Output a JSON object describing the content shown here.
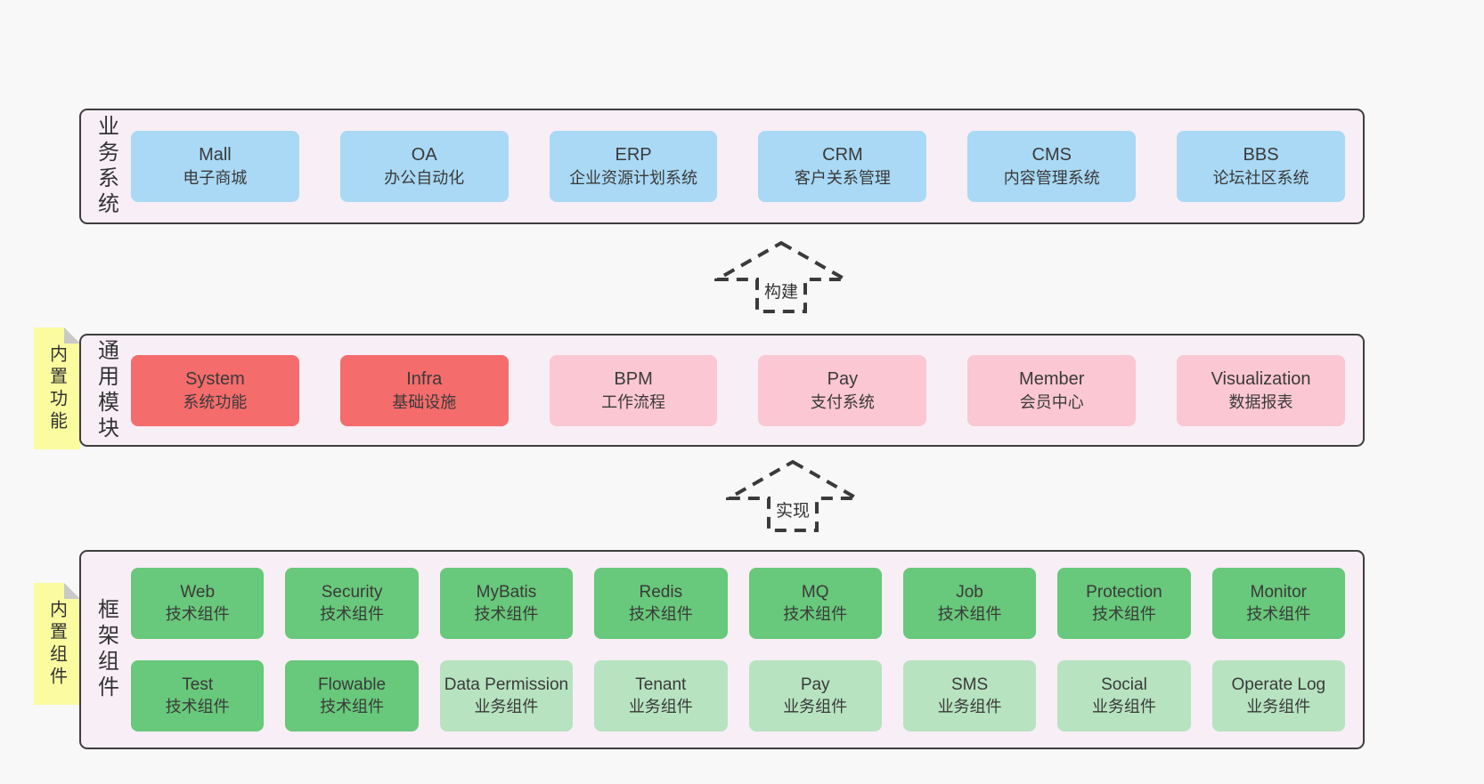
{
  "colors": {
    "page_bg": "#f8f8f8",
    "band_bg": "#f8eef6",
    "band_border": "#3e3e3e",
    "business_box_blue": "#a9d9f5",
    "core_module_box_red": "#f56c6c",
    "module_box_pink": "#fbc7d2",
    "tech_component_box_green": "#68c87b",
    "biz_component_box_light_green": "#b7e3c0",
    "sticky_note_yellow": "#fbfb9f",
    "sticky_fold_gray": "#c9c9c9",
    "text": "#3a3a3a"
  },
  "band_business": {
    "label": "业务系统",
    "boxes": [
      {
        "title": "Mall",
        "subtitle": "电子商城"
      },
      {
        "title": "OA",
        "subtitle": "办公自动化"
      },
      {
        "title": "ERP",
        "subtitle": "企业资源计划系统"
      },
      {
        "title": "CRM",
        "subtitle": "客户关系管理"
      },
      {
        "title": "CMS",
        "subtitle": "内容管理系统"
      },
      {
        "title": "BBS",
        "subtitle": "论坛社区系统"
      }
    ]
  },
  "arrow_build": {
    "label": "构建"
  },
  "band_modules": {
    "label": "通用模块",
    "note": "内置功能",
    "boxes": [
      {
        "title": "System",
        "subtitle": "系统功能"
      },
      {
        "title": "Infra",
        "subtitle": "基础设施"
      },
      {
        "title": "BPM",
        "subtitle": "工作流程"
      },
      {
        "title": "Pay",
        "subtitle": "支付系统"
      },
      {
        "title": "Member",
        "subtitle": "会员中心"
      },
      {
        "title": "Visualization",
        "subtitle": "数据报表"
      }
    ]
  },
  "arrow_implement": {
    "label": "实现"
  },
  "band_framework": {
    "label": "框架组件",
    "note": "内置组件",
    "row1": [
      {
        "title": "Web",
        "subtitle": "技术组件"
      },
      {
        "title": "Security",
        "subtitle": "技术组件"
      },
      {
        "title": "MyBatis",
        "subtitle": "技术组件"
      },
      {
        "title": "Redis",
        "subtitle": "技术组件"
      },
      {
        "title": "MQ",
        "subtitle": "技术组件"
      },
      {
        "title": "Job",
        "subtitle": "技术组件"
      },
      {
        "title": "Protection",
        "subtitle": "技术组件"
      },
      {
        "title": "Monitor",
        "subtitle": "技术组件"
      }
    ],
    "row2": [
      {
        "title": "Test",
        "subtitle": "技术组件"
      },
      {
        "title": "Flowable",
        "subtitle": "技术组件"
      },
      {
        "title": "Data Permission",
        "subtitle": "业务组件"
      },
      {
        "title": "Tenant",
        "subtitle": "业务组件"
      },
      {
        "title": "Pay",
        "subtitle": "业务组件"
      },
      {
        "title": "SMS",
        "subtitle": "业务组件"
      },
      {
        "title": "Social",
        "subtitle": "业务组件"
      },
      {
        "title": "Operate Log",
        "subtitle": "业务组件"
      }
    ]
  }
}
